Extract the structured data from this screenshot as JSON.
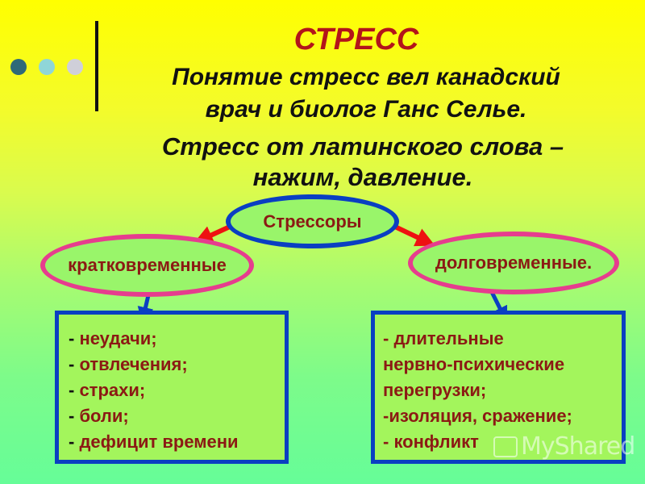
{
  "slide": {
    "title": "СТРЕСС",
    "intro": {
      "line1": "Понятие стресс вел канадский",
      "line2": "врач и биолог Ганс Селье.",
      "line3": "Стресс от латинского слова –",
      "line4": "нажим, давление."
    },
    "decor_dots": [
      {
        "color": "#2f6a78"
      },
      {
        "color": "#8fd6d8"
      },
      {
        "color": "#cfcfd9"
      }
    ]
  },
  "diagram": {
    "root": {
      "label": "Стрессоры",
      "border_color": "#0a3fc2"
    },
    "branches": [
      {
        "label": "кратковременные",
        "border_color": "#e63d8e",
        "items": [
          {
            "dash": "-",
            "text": " неудачи;"
          },
          {
            "dash": "-",
            "text": " отвлечения;"
          },
          {
            "dash": "-",
            "text": " страхи;"
          },
          {
            "dash": "-",
            "text": " боли;"
          },
          {
            "dash": "-",
            "text": " дефицит времени"
          }
        ]
      },
      {
        "label": "долговременные.",
        "border_color": "#e63d8e",
        "items": [
          {
            "text": "- длительные"
          },
          {
            "text": "нервно-психические"
          },
          {
            "text": "перегрузки;"
          },
          {
            "text": "-изоляция, сражение;"
          },
          {
            "text": "- конфликт"
          }
        ]
      }
    ],
    "colors": {
      "arrow_red": "#ee1111",
      "arrow_blue": "#0a3fc2",
      "text_dark_red": "#8b1a14",
      "fill_green": "#99f56a"
    }
  },
  "watermark": {
    "text": "MyShared"
  }
}
